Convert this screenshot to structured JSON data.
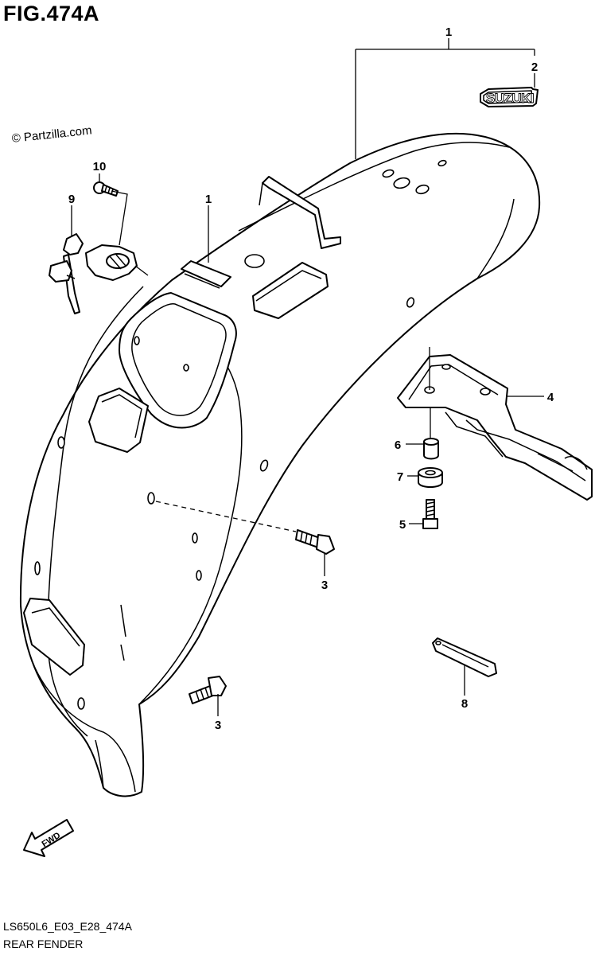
{
  "figure": {
    "title": "FIG.474A",
    "copyright": "© Partzilla.com",
    "code": "LS650L6_E03_E28_474A",
    "name": "REAR FENDER"
  },
  "badge": {
    "text": "SUZUKI"
  },
  "direction_marker": {
    "text": "FWD"
  },
  "callouts": {
    "c1_top": "1",
    "c2": "2",
    "c1_left": "1",
    "c3_upper": "3",
    "c3_lower": "3",
    "c4": "4",
    "c5": "5",
    "c6": "6",
    "c7": "7",
    "c8": "8",
    "c9": "9",
    "c10": "10"
  }
}
